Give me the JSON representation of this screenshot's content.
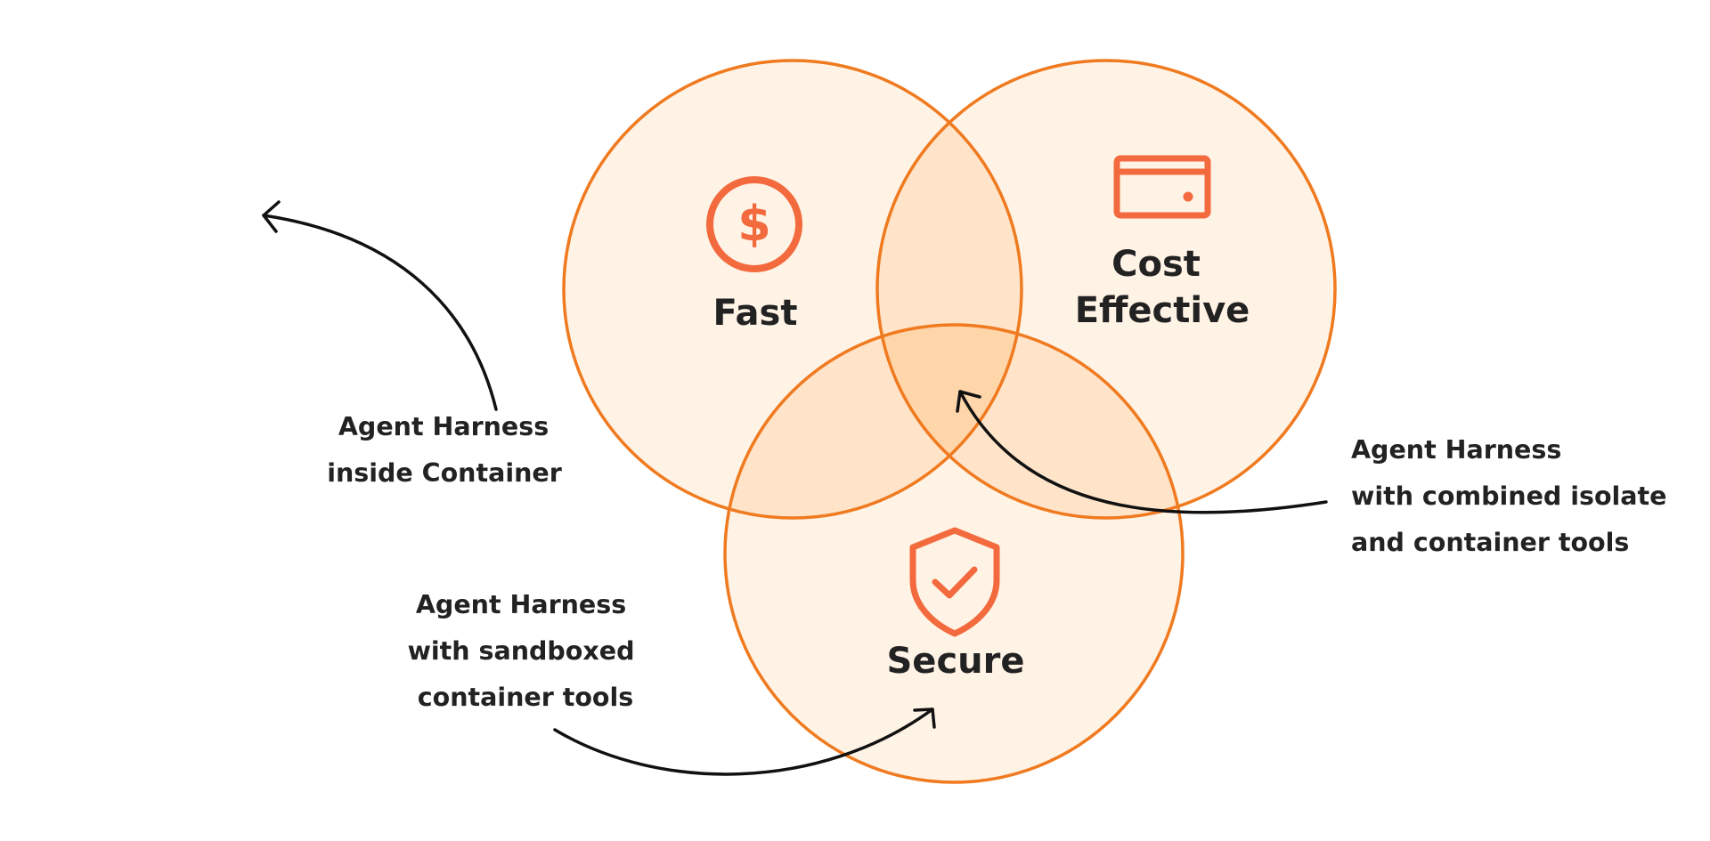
{
  "colors": {
    "circle_stroke": "#f07a1f",
    "circle_fill": "#fff0e1",
    "icon": "#f26a3d",
    "text": "#222222",
    "arrow": "#111111"
  },
  "circles": [
    {
      "id": "fast",
      "label": "Fast",
      "icon": "dollar-icon"
    },
    {
      "id": "cost",
      "label_lines": [
        "Cost",
        "Effective"
      ],
      "icon": "credit-card-icon"
    },
    {
      "id": "secure",
      "label": "Secure",
      "icon": "shield-check-icon"
    }
  ],
  "annotations": {
    "container": {
      "lines": [
        "Agent Harness",
        "inside Container"
      ]
    },
    "sandboxed": {
      "lines": [
        "Agent Harness",
        "with sandboxed",
        "container tools"
      ]
    },
    "combined": {
      "lines": [
        "Agent Harness",
        "with combined isolate",
        "and container tools"
      ]
    }
  }
}
